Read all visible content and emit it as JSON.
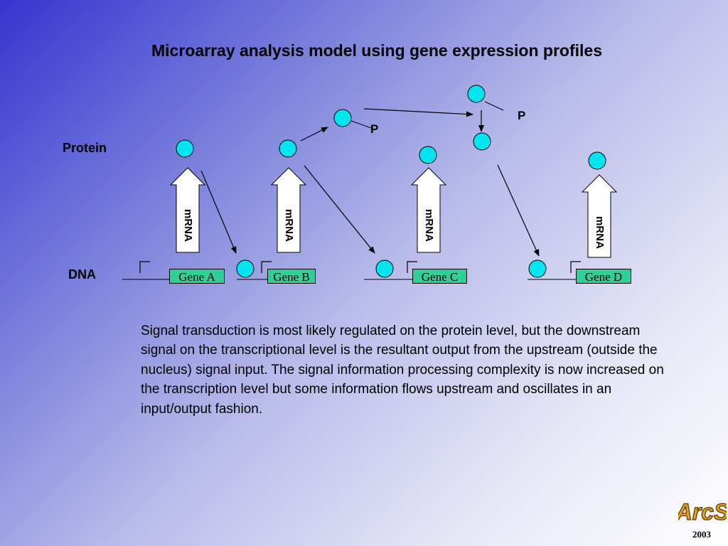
{
  "slide": {
    "title": "Microarray analysis model using gene expression profiles",
    "protein_label": "Protein",
    "dna_label": "DNA",
    "phospho_labels": [
      "P",
      "P"
    ],
    "genes": [
      "Gene A",
      "Gene B",
      "Gene C",
      "Gene D"
    ],
    "mrna_label": "mRNA",
    "description": "Signal transduction is most likely regulated on the protein level, but the downstream signal on the transcriptional level is the resultant output from the upstream (outside the nucleus) signal input. The signal information processing complexity is now increased on the transcription level but some information flows upstream and oscillates in an input/output fashion.",
    "logo_text": "ArcS",
    "year": "2003"
  },
  "colors": {
    "protein_fill": "#00e6f0",
    "gene_box": "#2fcf9c",
    "logo_fill": "#e8a01c"
  }
}
